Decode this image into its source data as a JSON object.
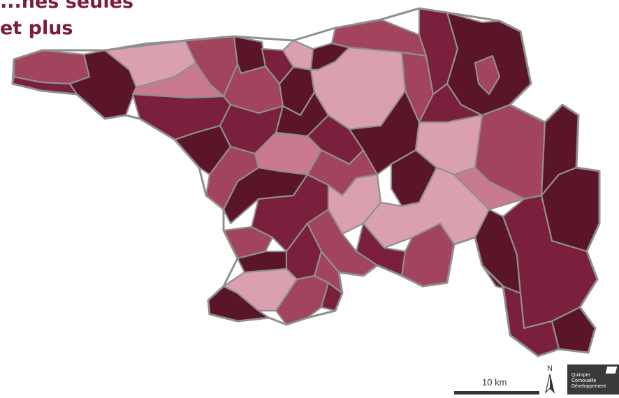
{
  "title": {
    "line1": "...nes seules",
    "line2": "et plus"
  },
  "palette": {
    "darkest": "#5a1529",
    "dark": "#7a1f3c",
    "medium": "#a3445f",
    "light": "#c97a90",
    "lightest": "#dba0b0",
    "border": "#8f8f8f"
  },
  "scale": {
    "label": "10 km"
  },
  "north": {
    "label": "N"
  },
  "logo": {
    "line1": "Quimper",
    "line2": "Cornouaille",
    "line3": "Développement"
  }
}
